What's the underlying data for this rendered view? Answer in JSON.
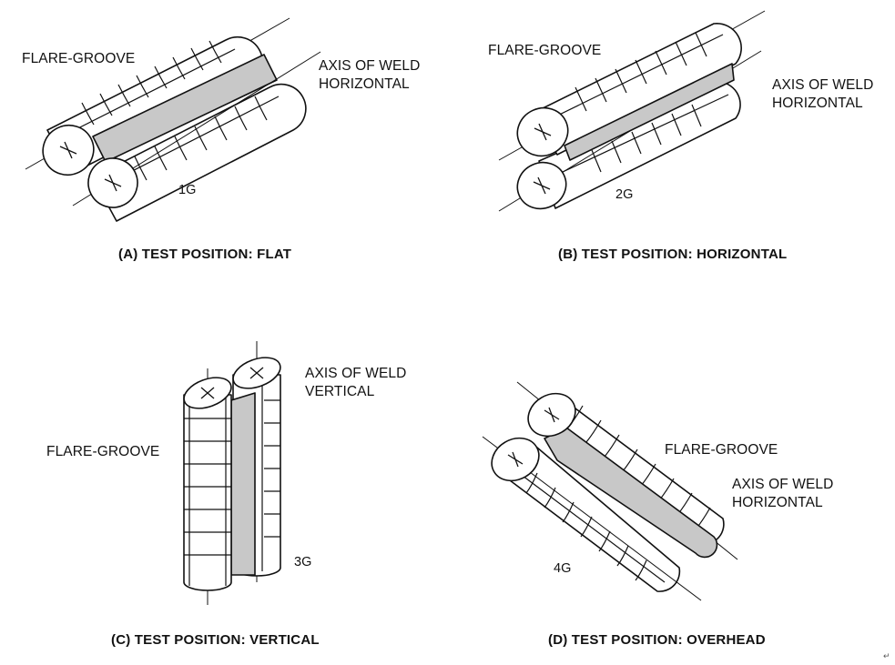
{
  "panels": {
    "a": {
      "groove_label": "FLARE-GROOVE",
      "axis_line1": "AXIS OF WELD",
      "axis_line2": "HORIZONTAL",
      "position_code": "1G",
      "caption": "(A) TEST POSITION: FLAT"
    },
    "b": {
      "groove_label": "FLARE-GROOVE",
      "axis_line1": "AXIS OF WELD",
      "axis_line2": "HORIZONTAL",
      "position_code": "2G",
      "caption": "(B) TEST POSITION: HORIZONTAL"
    },
    "c": {
      "groove_label": "FLARE-GROOVE",
      "axis_line1": "AXIS OF WELD",
      "axis_line2": "VERTICAL",
      "position_code": "3G",
      "caption": "(C) TEST POSITION: VERTICAL"
    },
    "d": {
      "groove_label": "FLARE-GROOVE",
      "axis_line1": "AXIS OF WELD",
      "axis_line2": "HORIZONTAL",
      "position_code": "4G",
      "caption": "(D) TEST POSITION: OVERHEAD"
    }
  },
  "colors": {
    "weld_fill": "#c8c8c8",
    "line": "#111111",
    "bar_fill": "#ffffff"
  },
  "corner_mark": "↵"
}
